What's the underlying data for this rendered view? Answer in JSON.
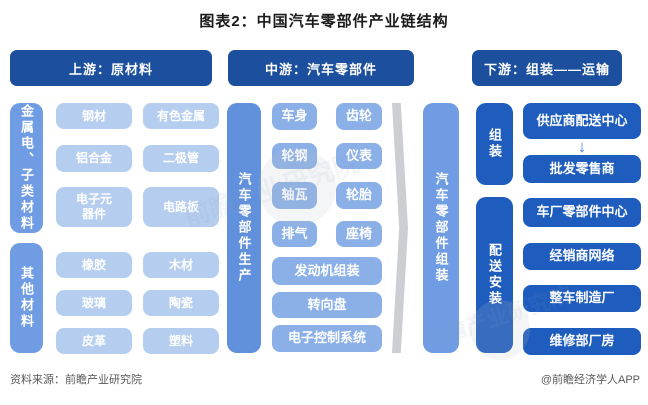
{
  "title": "图表2：中国汽车零部件产业链结构",
  "headers": [
    {
      "label": "上游：原材料"
    },
    {
      "label": "中游：汽车零部件"
    },
    {
      "label": "下游：组装——运输"
    }
  ],
  "upstream": {
    "groups": [
      {
        "category": "金属电、子类材料",
        "items": [
          "钢材",
          "有色金属",
          "铝合金",
          "二极管",
          "电子元器件",
          "电路板"
        ]
      },
      {
        "category": "其他材料",
        "items": [
          "橡胶",
          "木材",
          "玻璃",
          "陶瓷",
          "皮革",
          "塑料"
        ]
      }
    ]
  },
  "midstream": {
    "bar": "汽车零部件生产",
    "small_items": [
      "车身",
      "齿轮",
      "轮钢",
      "仪表",
      "轴瓦",
      "轮胎",
      "排气",
      "座椅"
    ],
    "wide_items": [
      "发动机组装",
      "转向盘",
      "电子控制系统"
    ]
  },
  "assembly_bar": "汽车零部件组装",
  "downstream": {
    "stage_bars": [
      "组装",
      "配送安装"
    ],
    "boxes": [
      "供应商配送中心",
      "批发零售商",
      "车厂零部件中心",
      "经销商网络",
      "整车制造厂",
      "维修部厂房"
    ]
  },
  "icons": {
    "down_arrow": "↓"
  },
  "watermark": "前瞻产业研究院",
  "footer": {
    "source": "资料来源：前瞻产业研究院",
    "credit": "@前瞻经济学人APP"
  },
  "colors": {
    "header_blue": "#1C4F9D",
    "dark_blue": "#1E5CBE",
    "medium_blue": "#6F9CE2",
    "production_bar_blue": "#6190DC",
    "light_box_blue": "#B5CEEF",
    "mid_box_blue": "#8BB0E8",
    "arrow_gray": "#CBCED2",
    "down_arrow_blue": "#4F80D5"
  }
}
